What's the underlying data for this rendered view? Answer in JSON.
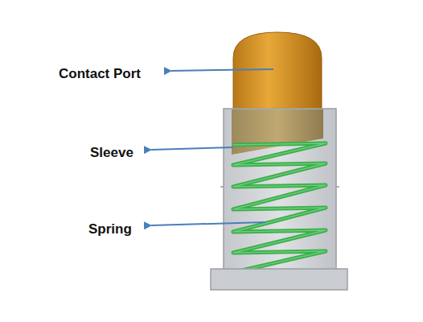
{
  "diagram": {
    "labels": [
      "Contact Port",
      "Sleeve",
      "Spring"
    ]
  }
}
